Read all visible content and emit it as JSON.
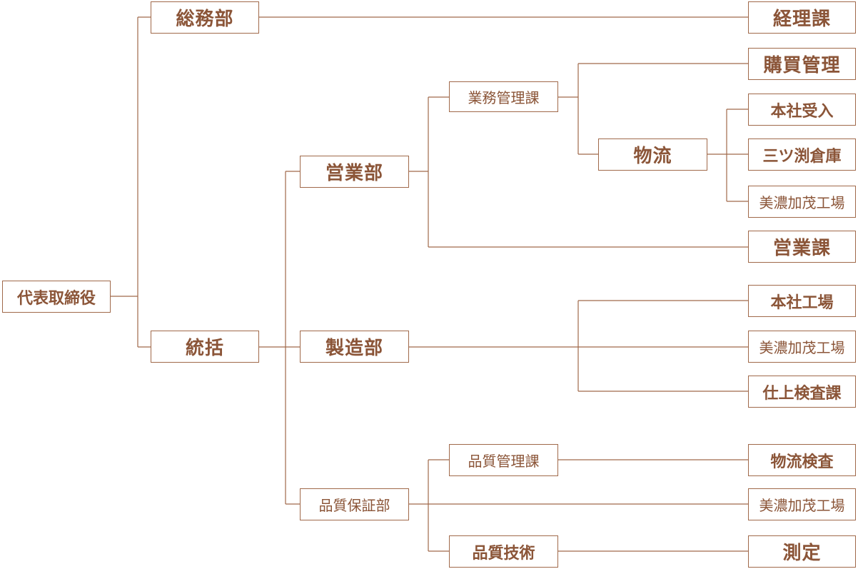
{
  "org_chart": {
    "ceo": "代表取締役",
    "general_affairs": "総務部",
    "accounting": "経理課",
    "overall": "統括",
    "sales_dept": "営業部",
    "business_mgmt": "業務管理課",
    "purchasing": "購買管理",
    "logistics": "物流",
    "hq_receiving": "本社受入",
    "mitsubuchi_warehouse": "三ツ渕倉庫",
    "mino_kamo_factory_logistics": "美濃加茂工場",
    "sales_section": "営業課",
    "manufacturing_dept": "製造部",
    "hq_factory": "本社工場",
    "mino_kamo_factory_mfg": "美濃加茂工場",
    "finishing_inspection": "仕上検査課",
    "qa_dept": "品質保証部",
    "qc_section": "品質管理課",
    "logistics_inspection": "物流検査",
    "mino_kamo_factory_qa": "美濃加茂工場",
    "quality_tech": "品質技術",
    "measurement": "測定"
  },
  "colors": {
    "line": "#a0694a",
    "text": "#8b5538",
    "background": "#ffffff"
  }
}
